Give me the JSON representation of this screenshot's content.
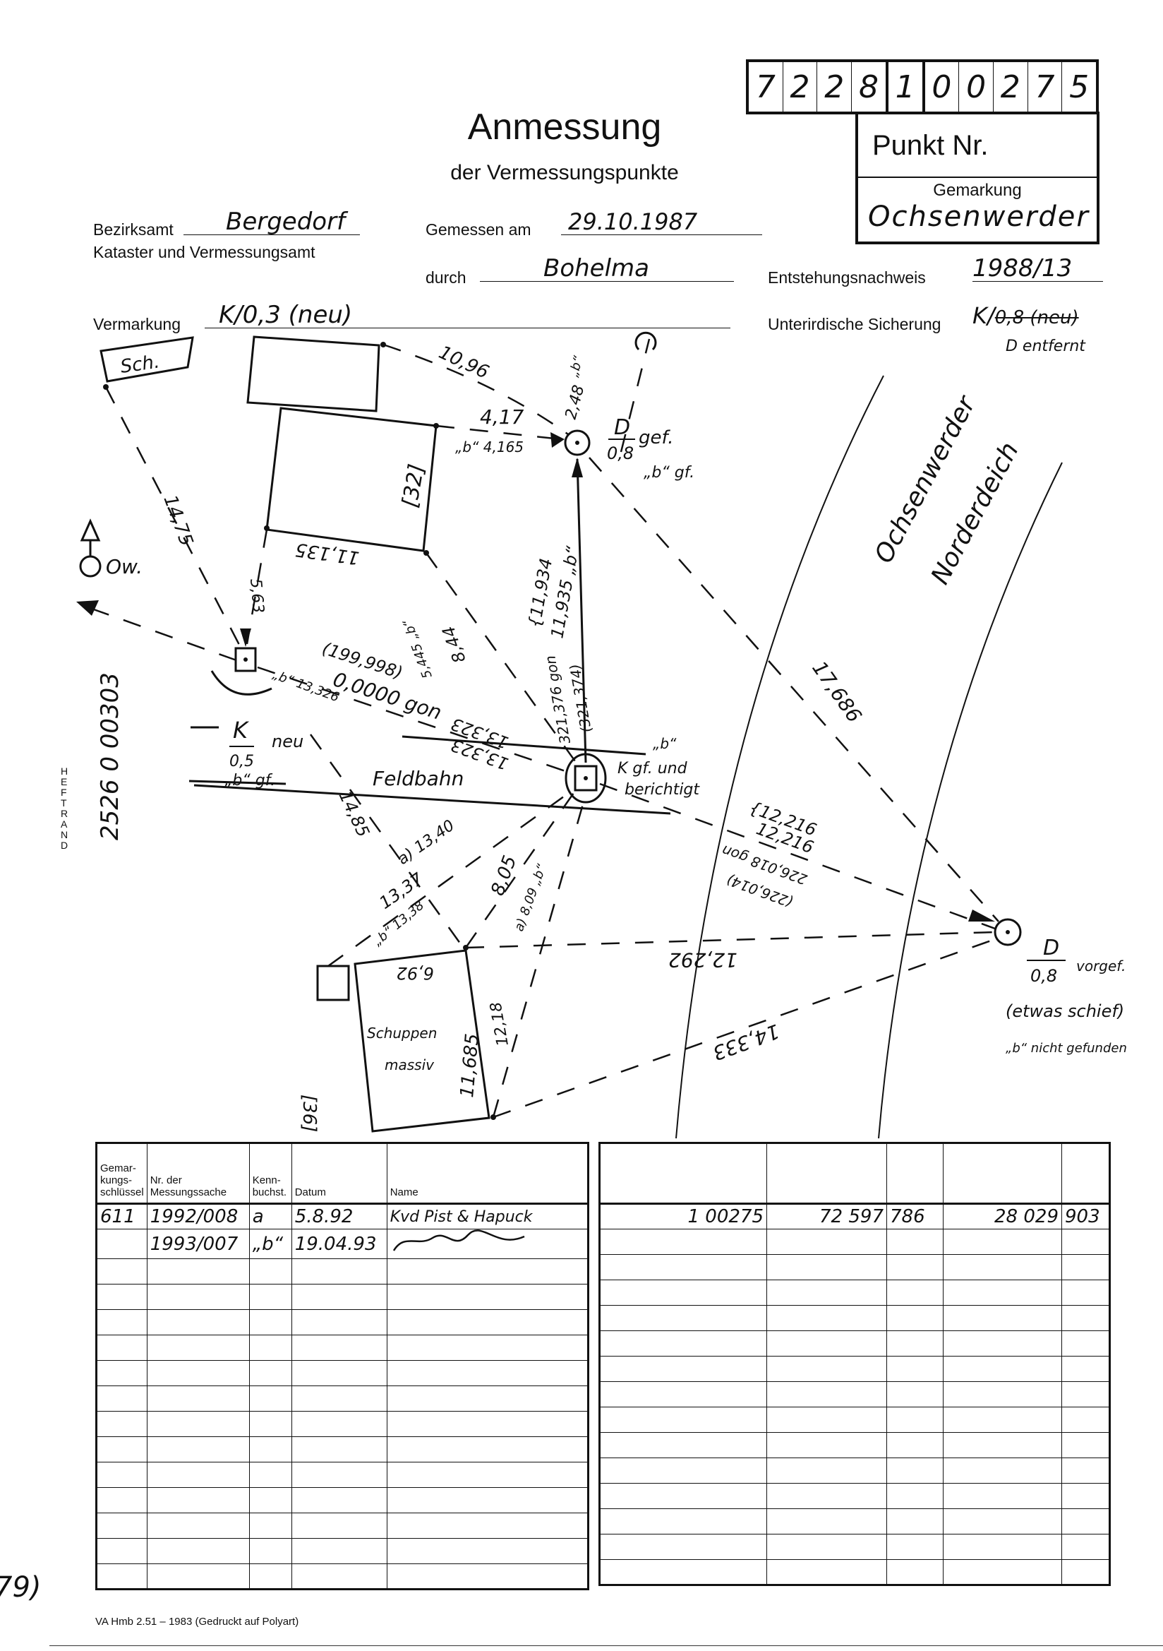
{
  "punkt_number_digits": [
    "7",
    "2",
    "2",
    "8",
    "1",
    "0",
    "0",
    "2",
    "7",
    "5"
  ],
  "punkt_box": {
    "label": "Punkt Nr.",
    "gemarkung_label": "Gemarkung",
    "gemarkung_value": "Ochsenwerder"
  },
  "title": "Anmessung",
  "subtitle": "der Vermessungspunkte",
  "header": {
    "bezirksamt_label": "Bezirksamt",
    "bezirksamt_value": "Bergedorf",
    "kataster_label": "Kataster und Vermessungsamt",
    "gemessen_label": "Gemessen am",
    "gemessen_value": "29.10.1987",
    "durch_label": "durch",
    "durch_value": "Bohelma",
    "entstehung_label": "Entstehungsnachweis",
    "entstehung_value": "1988/13",
    "vermarkung_label": "Vermarkung",
    "vermarkung_value": "K/0,3 (neu)",
    "sicherung_label": "Unterirdische Sicherung",
    "sicherung_value_k": "K/",
    "sicherung_value_struck": "0,8 (neu)",
    "sicherung_note": "D entfernt"
  },
  "margin": {
    "heftrand": "HEFTRAND",
    "file_number": "2526 0 00303",
    "bottom_note": "79)"
  },
  "sketch": {
    "labels": {
      "sch": "Sch.",
      "d_10_96": "10,96",
      "d_4_17": "4,17",
      "d_4_165": "„b“ 4,165",
      "d_2_48": "2,48",
      "b_top": "„b“",
      "d_top_symbol": "D",
      "d_top_depth": "0,8",
      "d_top_note1": "gef.",
      "d_top_note2": "„b“ gf.",
      "bldg_32": "[32]",
      "d_11_135": "11,135",
      "d_14_75": "14,75",
      "ow": "Ow.",
      "d_5_63": "5,63",
      "d_8_44": "8,44",
      "d_8_445": "5,445 „b“",
      "d_11_934": "{11,934",
      "d_11_935": "11,935 „b“",
      "ang_321": "321,376 gon",
      "ang_321b": "(321,374)",
      "b_13_326": "„b“ 13,326",
      "ang_199": "(199,998)",
      "ang_0": "0,0000 gon",
      "d_13_323": "13,323",
      "d_13_323b": "13,323",
      "k_label": "K",
      "k_neu": "neu",
      "k_depth": "0,5",
      "k_note": "„b“ gf.",
      "feldbahn": "Feldbahn",
      "kb_b": "„b“",
      "kb_note1": "K gf. und",
      "kb_note2": "berichtigt",
      "d_12_216": "{12,216",
      "d_12_216b": "12,216",
      "ang_226": "226,018 gon",
      "ang_226b": "(226,014)",
      "d_17_686": "17,686",
      "d_14_85": "14,85",
      "d_13_40": "a) 13,40",
      "d_13_37": "13,37",
      "d_13_38": "„b“ 13,38",
      "d_8_05": "8,05",
      "d_8_09": "a) 8,09 „b“",
      "d_12_292": "12,292",
      "d_6_92": "6,92",
      "schuppen1": "Schuppen",
      "schuppen2": "massiv",
      "d_11_685": "11,685",
      "d_12_18": "12,18",
      "d_14_333": "14,333",
      "bldg_36": "[36]",
      "dr_symbol": "D",
      "dr_depth": "0,8",
      "dr_note1": "vorgef.",
      "dr_note2": "(etwas schief)",
      "dr_note3": "„b“ nicht gefunden",
      "street1": "Ochsenwerder",
      "street2": "Norderdeich"
    }
  },
  "left_table": {
    "headers": [
      "Gemar-\nkungs-\nschlüssel",
      "Nr. der\nMessungssache",
      "Kenn-\nbuchst.",
      "Datum",
      "Name"
    ],
    "rows": [
      {
        "gk": "611",
        "nr": "1992/008",
        "kb": "a",
        "datum": "5.8.92",
        "name": "Kvd Pist & Hapuck"
      },
      {
        "gk": "",
        "nr": "1993/007",
        "kb": "„b“",
        "datum": "19.04.93",
        "name": ""
      }
    ],
    "signature": "signature"
  },
  "right_table": {
    "rows": [
      {
        "c1": "1 00275",
        "c2": "72 597",
        "c3": "786",
        "c4": "28 029",
        "c5": "903"
      }
    ]
  },
  "footer": "VA Hmb 2.51 – 1983 (Gedruckt auf Polyart)"
}
